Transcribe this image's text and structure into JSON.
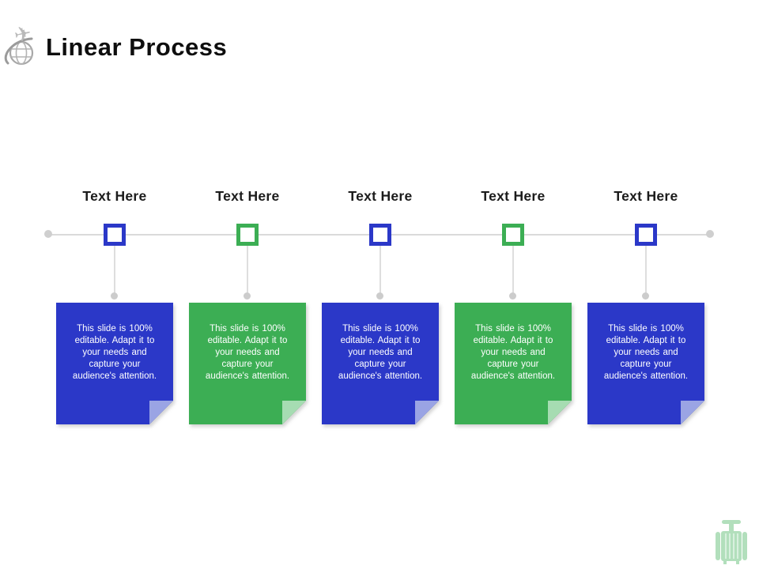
{
  "title": "Linear Process",
  "header_icon": "globe-airplane-icon",
  "footer_icon": "luggage-icon",
  "colors": {
    "blue": "#2b38c8",
    "blue_fold": "#9aa4e4",
    "green": "#3cae54",
    "green_fold": "#a6dcb2",
    "timeline_line": "#dadada",
    "endpoint_dot": "#cfcfcf",
    "label_text": "#1b1b1b",
    "card_text": "#ffffff",
    "icon_gray": "#a8a8a8",
    "luggage_green": "#b2dfbc"
  },
  "steps": [
    {
      "label": "Text Here",
      "square_color": "#2b38c8",
      "card_color": "#2b38c8",
      "fold_color": "#9aa4e4",
      "body": "This slide is 100%\neditable. Adapt it to\nyour needs and\ncapture your\naudience's attention."
    },
    {
      "label": "Text Here",
      "square_color": "#3cae54",
      "card_color": "#3cae54",
      "fold_color": "#a6dcb2",
      "body": "This slide is 100%\neditable. Adapt it to\nyour needs and\ncapture your\naudience's attention."
    },
    {
      "label": "Text Here",
      "square_color": "#2b38c8",
      "card_color": "#2b38c8",
      "fold_color": "#9aa4e4",
      "body": "This slide is 100%\neditable. Adapt it to\nyour needs and\ncapture your\naudience's attention."
    },
    {
      "label": "Text Here",
      "square_color": "#3cae54",
      "card_color": "#3cae54",
      "fold_color": "#a6dcb2",
      "body": "This slide is 100%\neditable. Adapt it to\nyour needs and\ncapture your\naudience's attention."
    },
    {
      "label": "Text Here",
      "square_color": "#2b38c8",
      "card_color": "#2b38c8",
      "fold_color": "#9aa4e4",
      "body": "This slide is 100%\neditable. Adapt it to\nyour needs and\ncapture your\naudience's attention."
    }
  ]
}
